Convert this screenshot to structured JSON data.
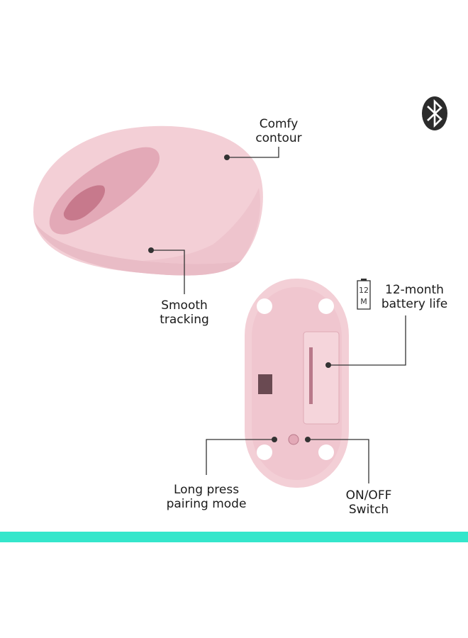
{
  "labels": {
    "comfy_contour": [
      "Comfy",
      "contour"
    ],
    "smooth_tracking": [
      "Smooth",
      "tracking"
    ],
    "battery": [
      "12-month",
      "battery life"
    ],
    "pairing": [
      "Long press",
      "pairing mode"
    ],
    "switch": [
      "ON/OFF",
      "Switch"
    ]
  },
  "battery_icon": {
    "line1": "12",
    "line2": "M"
  },
  "icons": [
    "bluetooth-icon",
    "battery-icon"
  ],
  "colors": {
    "mouse_pink": "#f3cfd6",
    "accent_band": "#34e6cb",
    "bluetooth": "#2b2b2b"
  }
}
